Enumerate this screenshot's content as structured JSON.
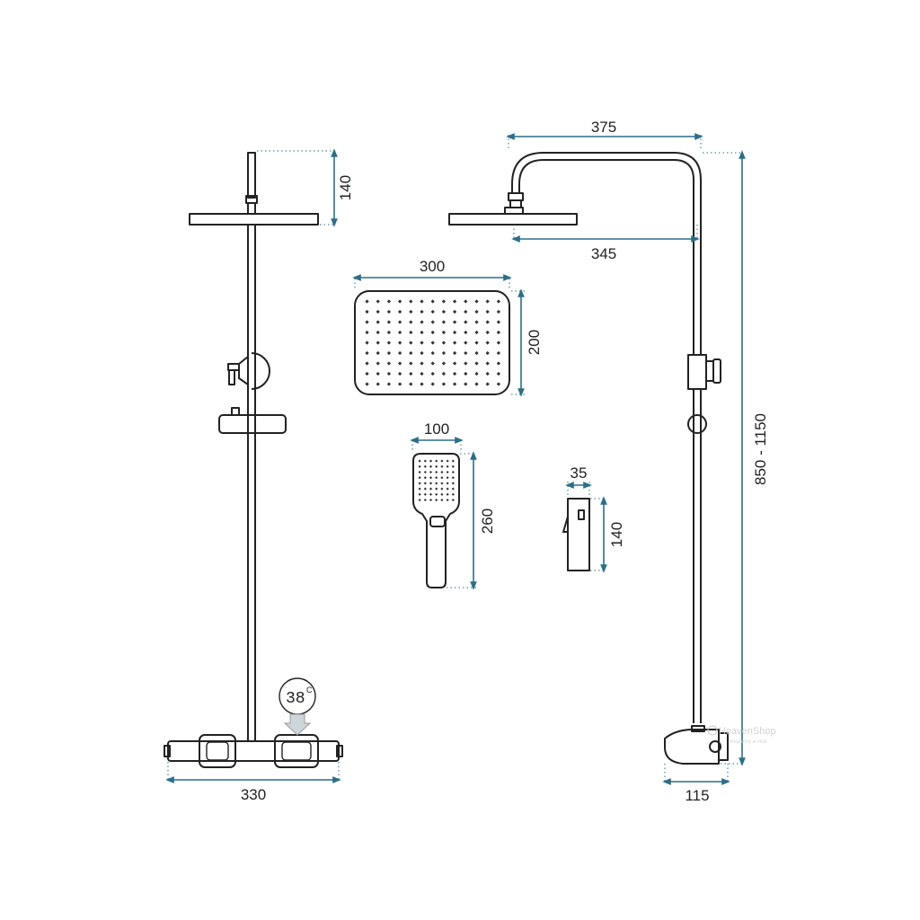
{
  "dimensions": {
    "left_top_height": "140",
    "left_width": "330",
    "arm_length": "375",
    "head_offset": "345",
    "total_height": "850 - 1150",
    "wall_depth": "115",
    "rain_head_width": "300",
    "rain_head_depth": "200",
    "hand_shower_width": "100",
    "hand_shower_length": "260",
    "holder_width": "35",
    "holder_height": "140"
  },
  "thermostat_display": {
    "value": "38",
    "unit": "C"
  },
  "watermark": {
    "brand": "HeavenShop",
    "tagline": "koupelny a vice"
  },
  "colors": {
    "outline": "#222222",
    "dimension": "#2a6f8a"
  }
}
